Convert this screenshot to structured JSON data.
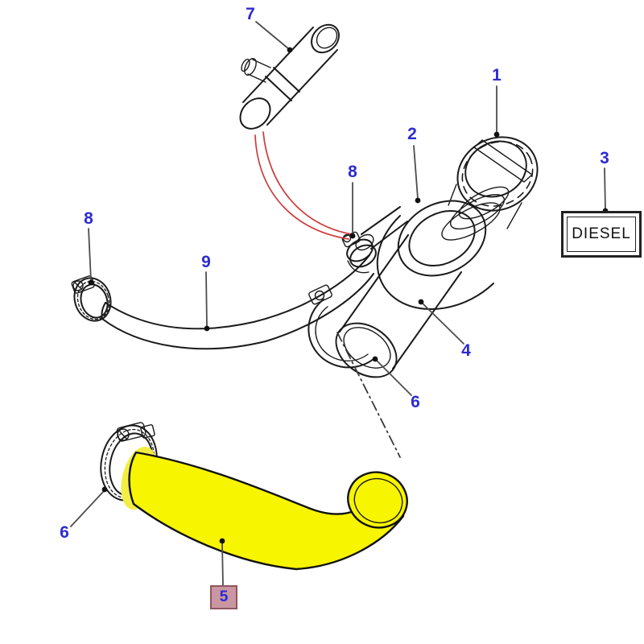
{
  "diagram": {
    "colors": {
      "callout_blue": "#2b2bd2",
      "leader_gray": "#4d4d4d",
      "line_black": "#1a1a1a",
      "accent_red": "#cf3b3b",
      "highlight_yellow": "#f8f500",
      "highlight_label_pink": "#c996a2",
      "highlight_label_border": "#8e565e"
    },
    "callouts": [
      {
        "label": "7",
        "part": "vent-hose-connector"
      },
      {
        "label": "1",
        "part": "fuel-filler-cap"
      },
      {
        "label": "2",
        "part": "filler-neck-seal"
      },
      {
        "label": "3",
        "part": "diesel-decal"
      },
      {
        "label": "8",
        "part": "breather-clamp-upper"
      },
      {
        "label": "8",
        "part": "breather-clamp-left"
      },
      {
        "label": "9",
        "part": "breather-hose"
      },
      {
        "label": "4",
        "part": "filler-neck-tube"
      },
      {
        "label": "6",
        "part": "hose-clamp-middle"
      },
      {
        "label": "6",
        "part": "hose-clamp-lower"
      },
      {
        "label": "5",
        "part": "filler-hose-selected",
        "highlighted": true
      }
    ],
    "diesel_label": {
      "text": "DIESEL"
    }
  }
}
